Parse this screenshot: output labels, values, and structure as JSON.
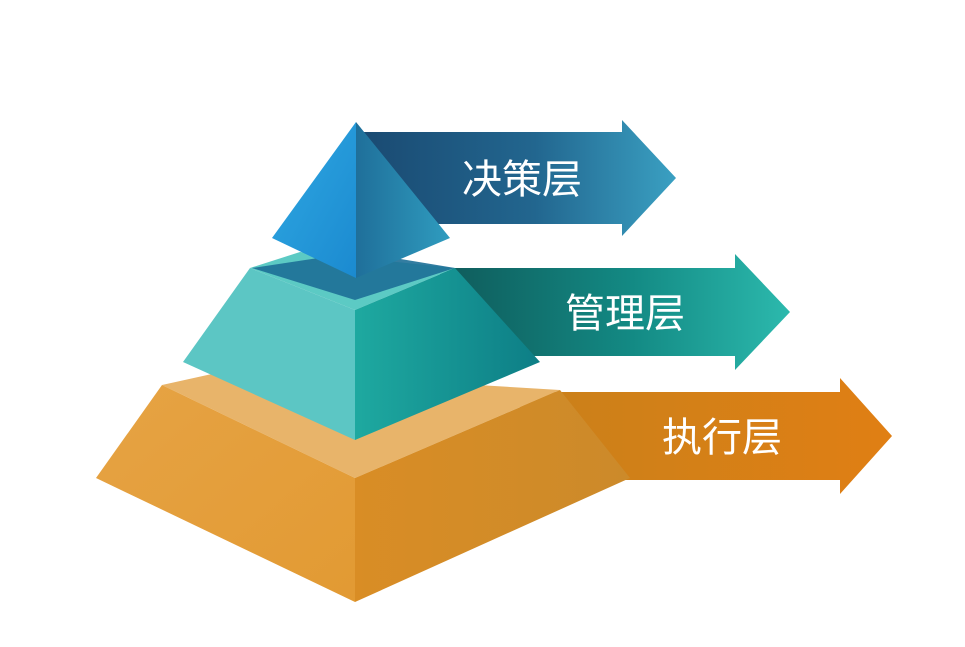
{
  "pyramid": {
    "layers": [
      {
        "label": "决策层"
      },
      {
        "label": "管理层"
      },
      {
        "label": "执行层"
      }
    ]
  }
}
